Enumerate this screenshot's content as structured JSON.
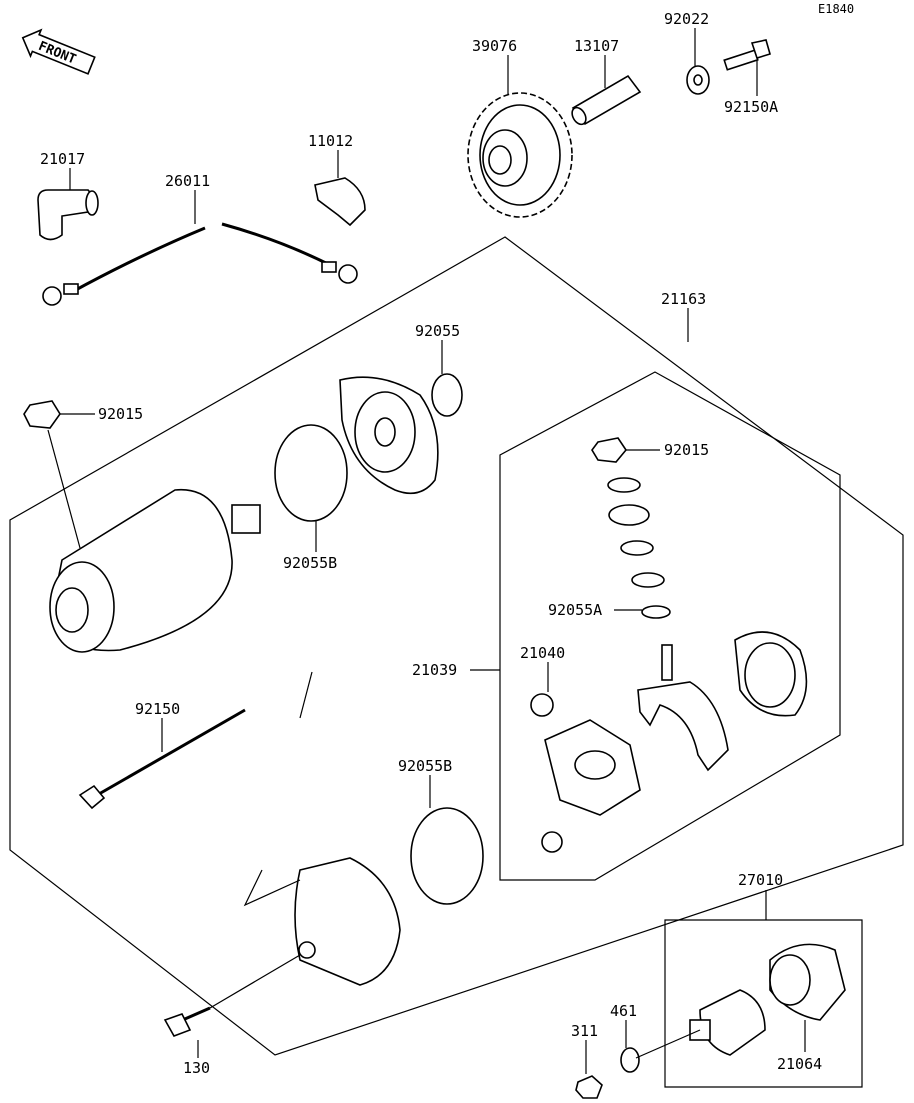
{
  "diagram_code": "E1840",
  "front_label": "FRONT",
  "labels": {
    "p39076": "39076",
    "p13107": "13107",
    "p92022": "92022",
    "p92150A": "92150A",
    "p21017": "21017",
    "p26011": "26011",
    "p11012": "11012",
    "p21163": "21163",
    "p92055": "92055",
    "p92015_left": "92015",
    "p92015_right": "92015",
    "p92055B_upper": "92055B",
    "p92055A": "92055A",
    "p21040": "21040",
    "p21039": "21039",
    "p92150": "92150",
    "p92055B_lower": "92055B",
    "p27010": "27010",
    "p461": "461",
    "p311": "311",
    "p21064": "21064",
    "p130": "130"
  }
}
